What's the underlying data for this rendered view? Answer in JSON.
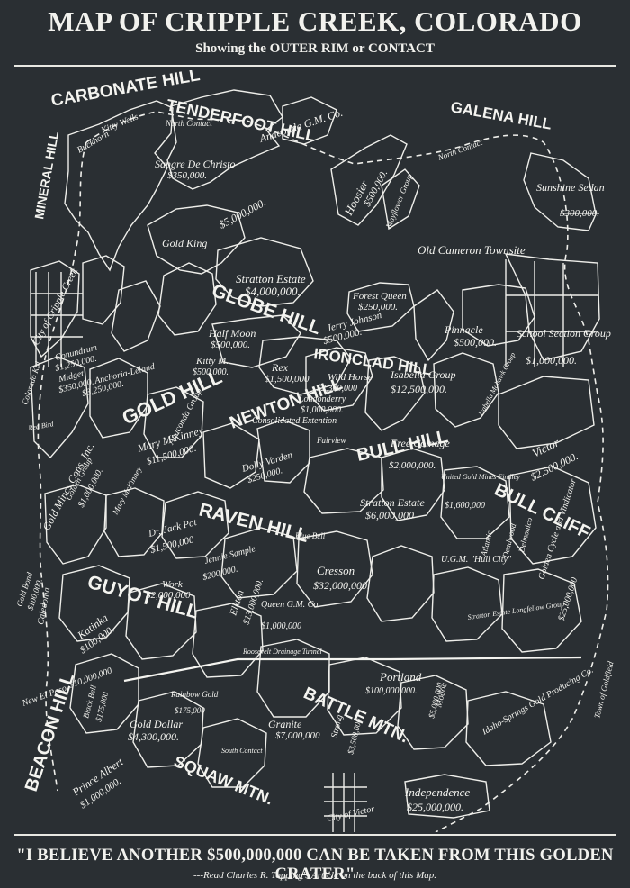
{
  "header": {
    "title": "MAP OF CRIPPLE CREEK, COLORADO",
    "subtitle": "Showing the OUTER RIM or CONTACT"
  },
  "hills": [
    "CARBONATE HILL",
    "MINERAL HILL",
    "TENDERFOOT HILL",
    "GALENA HILL",
    "GLOBE HILL",
    "IRONCLAD HILL",
    "GOLD HILL",
    "NEWTON HILL",
    "BULL HILL",
    "BULL CLIFF",
    "RAVEN HILL",
    "GUYOT HILL",
    "BEACON HILL",
    "BATTLE MTN.",
    "SQUAW MTN."
  ],
  "claims": [
    {
      "name": "Kitty Wells",
      "value": ""
    },
    {
      "name": "Buckhorn",
      "value": ""
    },
    {
      "name": "Sangre De Christo",
      "value": "$350,000."
    },
    {
      "name": "Anaconda G.M. Co.",
      "value": ""
    },
    {
      "name": "Hoosier",
      "value": "$500,000."
    },
    {
      "name": "Mayflower Group",
      "value": ""
    },
    {
      "name": "Sunshine Sedan",
      "value": "$300,000."
    },
    {
      "name": "Gold King",
      "value": ""
    },
    {
      "name": "Stratton Estate",
      "value": "$4,000,000."
    },
    {
      "name": "Forest Queen",
      "value": "$250,000."
    },
    {
      "name": "Pinnacle",
      "value": "$500,000."
    },
    {
      "name": "School Section Group",
      "value": "$1,000,000."
    },
    {
      "name": "Half Moon",
      "value": "$500,000."
    },
    {
      "name": "Kitty M.",
      "value": "$500,000."
    },
    {
      "name": "Rex",
      "value": "$1,500,000"
    },
    {
      "name": "Wild Horse",
      "value": "$2,300,000"
    },
    {
      "name": "Jerry Johnson",
      "value": "$500,000."
    },
    {
      "name": "Isabella Group",
      "value": "$12,500,000."
    },
    {
      "name": "Isabella Mohawk Group",
      "value": ""
    },
    {
      "name": "Conundrum",
      "value": "$1,250,000."
    },
    {
      "name": "Midget",
      "value": "$350,000."
    },
    {
      "name": "Anchoria-Leland",
      "value": "$3,250,000."
    },
    {
      "name": "Gold Mines Cons. Inc.",
      "value": ""
    },
    {
      "name": "Golden Group",
      "value": "$1,000,000."
    },
    {
      "name": "Londonderry",
      "value": "$1,000,000."
    },
    {
      "name": "Consolidated Extention",
      "value": ""
    },
    {
      "name": "Fairview",
      "value": ""
    },
    {
      "name": "Free Coinage",
      "value": "$2,000,000."
    },
    {
      "name": "Victor",
      "value": "$2,500,000."
    },
    {
      "name": "Anaconda Group",
      "value": ""
    },
    {
      "name": "Mary M'Kinney",
      "value": "$11,500,000."
    },
    {
      "name": "Dolly Varden",
      "value": "$250,000."
    },
    {
      "name": "United Gold Mines Findley",
      "value": "$1,600,000"
    },
    {
      "name": "Stratton Estate",
      "value": "$6,000,000"
    },
    {
      "name": "Dr. Jack Pot",
      "value": "$1,500,000"
    },
    {
      "name": "Jennie Sample",
      "value": "$200,000."
    },
    {
      "name": "Blue Bell",
      "value": ""
    },
    {
      "name": "Work",
      "value": "$2,000,000"
    },
    {
      "name": "Elkton",
      "value": "$13,000,000."
    },
    {
      "name": "Cresson",
      "value": "$32,000,000."
    },
    {
      "name": "U.G.M. \"Hull City\"",
      "value": ""
    },
    {
      "name": "Golden Cycle and Vindicator",
      "value": "$25,000,000"
    },
    {
      "name": "Caledonia",
      "value": ""
    },
    {
      "name": "Katinka",
      "value": "$100,000."
    },
    {
      "name": "Gold Bond",
      "value": "$100,000."
    },
    {
      "name": "Queen G.M. Co.",
      "value": "$1,000,000"
    },
    {
      "name": "Stratton Estate Longfellow Group",
      "value": ""
    },
    {
      "name": "New El Paso",
      "value": "$10,000,000"
    },
    {
      "name": "Black Bell",
      "value": "$175,000"
    },
    {
      "name": "Rainbow Gold",
      "value": "$175,000"
    },
    {
      "name": "Gold Dollar",
      "value": "$4,300,000."
    },
    {
      "name": "Portland",
      "value": "$100,000,000."
    },
    {
      "name": "Modoc",
      "value": "$5,000,000"
    },
    {
      "name": "Granite",
      "value": "$7,000,000"
    },
    {
      "name": "Strong",
      "value": "$3,500,000"
    },
    {
      "name": "Idaho-Springs Gold Producing Co.",
      "value": ""
    },
    {
      "name": "Prince Albert",
      "value": "$1,000,000."
    },
    {
      "name": "Independence",
      "value": "$25,000,000."
    },
    {
      "name": "Mary McKinney",
      "value": ""
    },
    {
      "name": "Atlantic",
      "value": ""
    },
    {
      "name": "Deadwood",
      "value": ""
    },
    {
      "name": "Delmonico",
      "value": ""
    }
  ],
  "features": {
    "north_contact_1": "North Contact",
    "north_contact_2": "North Contact",
    "old_cameron": "Old Cameron Townsite",
    "city_cripple_creek": "City of Cripple Creek",
    "colorado_kid": "Colorado Kid",
    "red_bird": "Red Bird",
    "tunnel": "Roosevelt Drainage Tunnel",
    "south_contact": "South Contact",
    "city_victor": "City of Victor",
    "goldfield": "Town of Goldfield",
    "big_fiv": "$5,000,000."
  },
  "footer": {
    "quote": "\"I BELIEVE ANOTHER $500,000,000 CAN BE TAKEN FROM THIS GOLDEN CRATER\"",
    "note": "---Read Charles R. Topping's Article on the back of this Map."
  },
  "colors": {
    "board": "#2a2f33",
    "chalk": "#f2f2ee"
  }
}
